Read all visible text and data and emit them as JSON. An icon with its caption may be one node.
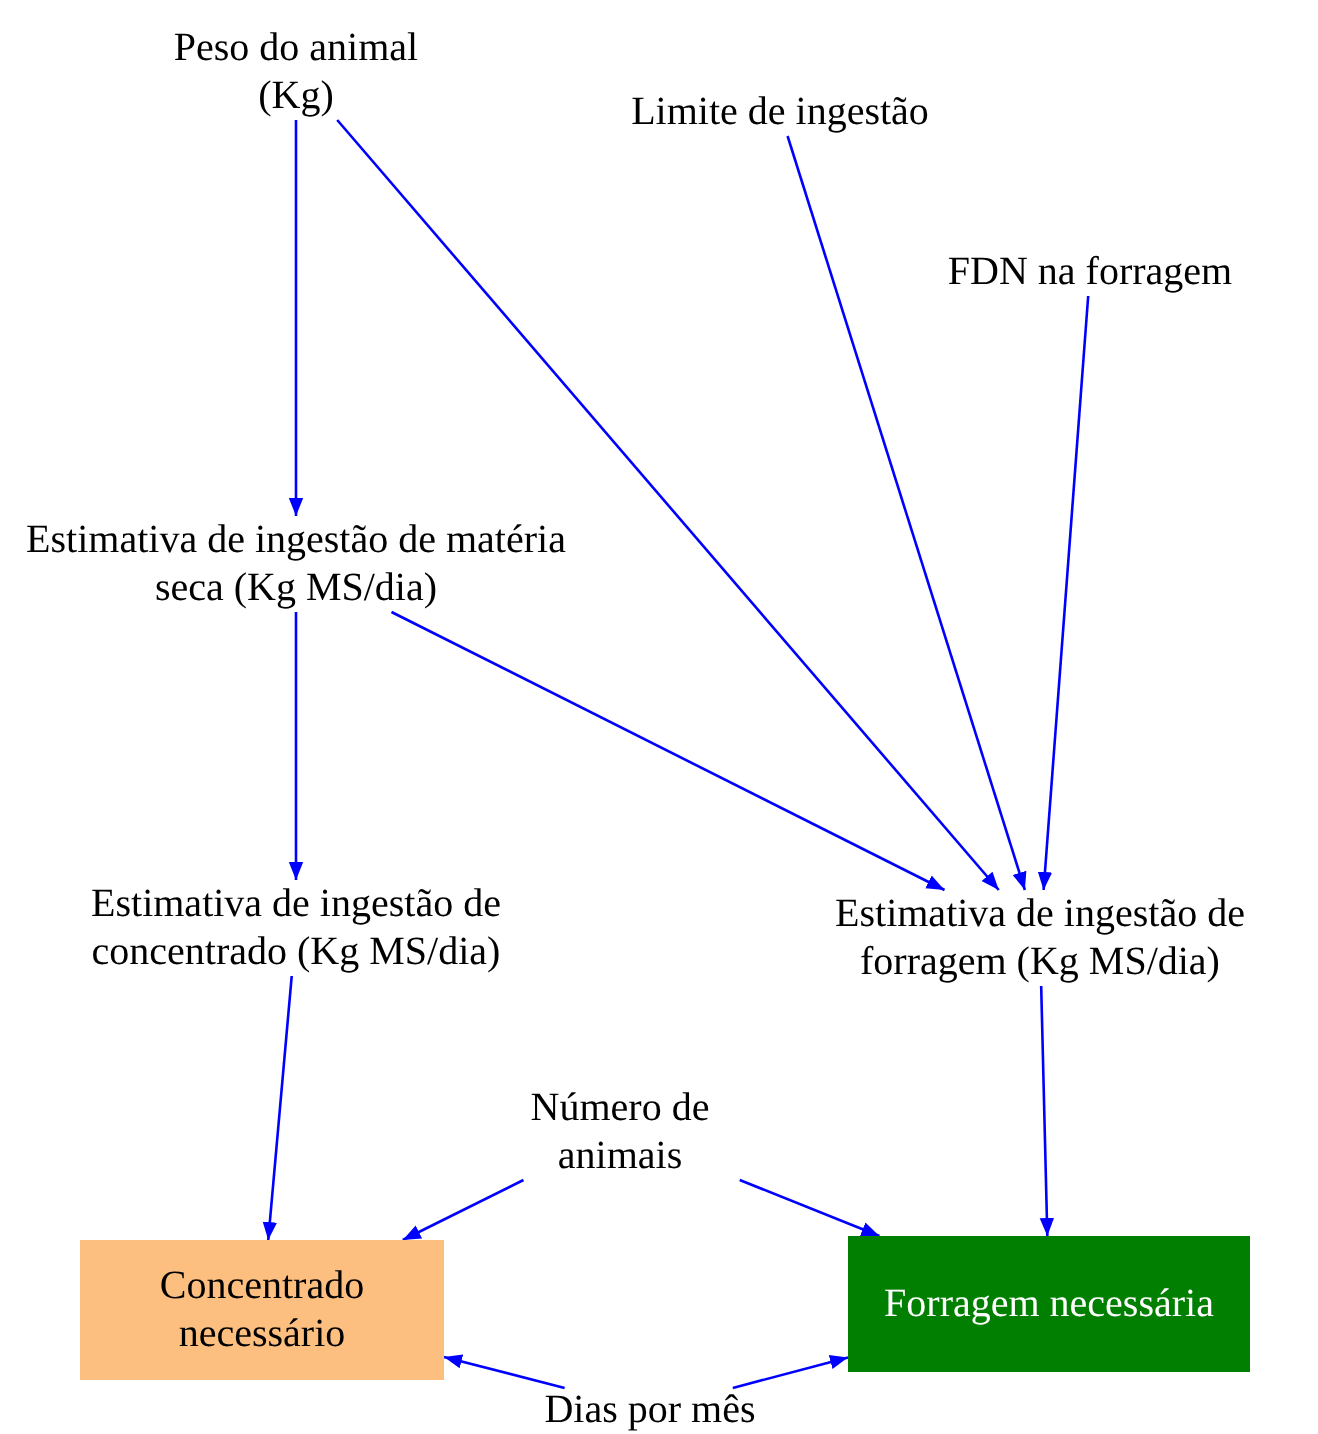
{
  "diagram": {
    "nodes": [
      {
        "text": [
          "Peso do animal (Kg)"
        ]
      },
      {
        "text": [
          "Limite de ingestão"
        ]
      },
      {
        "text": [
          "FDN na forragem"
        ]
      },
      {
        "text": [
          "Estimativa de ingestão de matéria seca (Kg MS/dia)"
        ]
      },
      {
        "text": [
          "Estimativa de ingestão de concentrado (Kg MS/dia)"
        ]
      },
      {
        "text": [
          "Estimativa de ingestão de forragem (Kg MS/dia)"
        ]
      },
      {
        "text": [
          "Número de animais"
        ]
      },
      {
        "text": [
          "Concentrado necessário"
        ]
      },
      {
        "text": [
          "Forragem necessária"
        ]
      },
      {
        "text": [
          "Dias por mês"
        ]
      }
    ],
    "edges": [
      {
        "from": 0,
        "to": 3,
        "arrow": "to"
      },
      {
        "from": 0,
        "to": 5,
        "arrow": "to"
      },
      {
        "from": 1,
        "to": 5,
        "arrow": "to"
      },
      {
        "from": 2,
        "to": 5,
        "arrow": "to"
      },
      {
        "from": 3,
        "to": 5,
        "arrow": "to"
      },
      {
        "from": 3,
        "to": 4,
        "arrow": "to"
      },
      {
        "from": 4,
        "to": 7,
        "arrow": "to"
      },
      {
        "from": 6,
        "to": 7,
        "arrow": "to"
      },
      {
        "from": 6,
        "to": 8,
        "arrow": "to"
      },
      {
        "from": 5,
        "to": 8,
        "arrow": "to"
      },
      {
        "from": 9,
        "to": 7,
        "arrow": "to"
      },
      {
        "from": 9,
        "to": 8,
        "arrow": "to"
      }
    ]
  }
}
